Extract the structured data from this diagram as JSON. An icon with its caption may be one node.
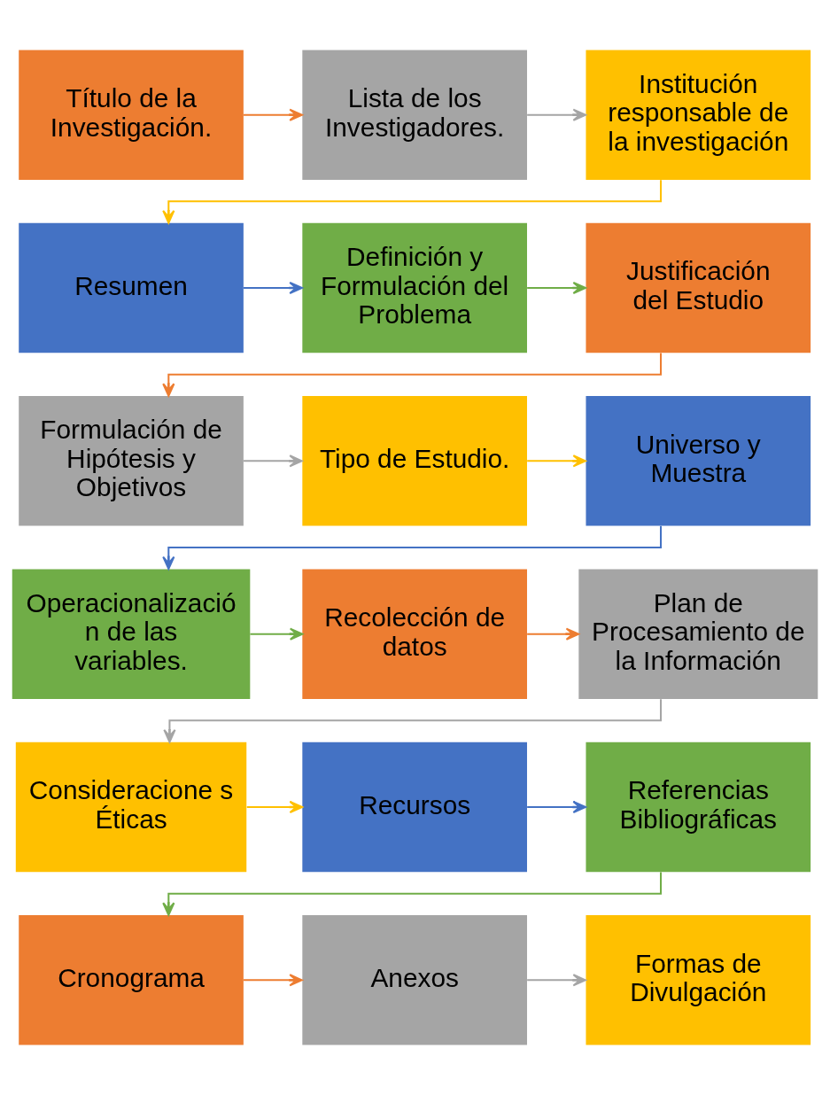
{
  "diagram": {
    "nodes": [
      {
        "text": [
          "Título de la Investigación."
        ]
      },
      {
        "text": [
          "Lista de los Investigadores."
        ]
      },
      {
        "text": [
          "Institución responsable de la investigación"
        ]
      },
      {
        "text": [
          "Resumen"
        ]
      },
      {
        "text": [
          "Definición y Formulación del Problema"
        ]
      },
      {
        "text": [
          "Justificación del Estudio"
        ]
      },
      {
        "text": [
          "Formulación de Hipótesis y Objetivos"
        ]
      },
      {
        "text": [
          "Tipo de Estudio."
        ]
      },
      {
        "text": [
          "Universo y Muestra"
        ]
      },
      {
        "text": [
          "Operacionalizació n de las variables."
        ]
      },
      {
        "text": [
          "Recolección de datos"
        ]
      },
      {
        "text": [
          "Plan de Procesamiento de la Información"
        ]
      },
      {
        "text": [
          "Consideracione s Éticas"
        ]
      },
      {
        "text": [
          "Recursos"
        ]
      },
      {
        "text": [
          "Referencias Bibliográficas"
        ]
      },
      {
        "text": [
          "Cronograma"
        ]
      },
      {
        "text": [
          "Anexos"
        ]
      },
      {
        "text": [
          "Formas de Divulgación"
        ]
      }
    ],
    "edges": [
      {
        "from": 0,
        "to": 1,
        "arrow": "to",
        "color": "#ed7d31"
      },
      {
        "from": 1,
        "to": 2,
        "arrow": "to",
        "color": "#a5a5a5"
      },
      {
        "from": 2,
        "to": 3,
        "arrow": "to",
        "color": "#ffc000"
      },
      {
        "from": 3,
        "to": 4,
        "arrow": "to",
        "color": "#4472c4"
      },
      {
        "from": 4,
        "to": 5,
        "arrow": "to",
        "color": "#70ad47"
      },
      {
        "from": 5,
        "to": 6,
        "arrow": "to",
        "color": "#ed7d31"
      },
      {
        "from": 6,
        "to": 7,
        "arrow": "to",
        "color": "#a5a5a5"
      },
      {
        "from": 7,
        "to": 8,
        "arrow": "to",
        "color": "#ffc000"
      },
      {
        "from": 8,
        "to": 9,
        "arrow": "to",
        "color": "#4472c4"
      },
      {
        "from": 9,
        "to": 10,
        "arrow": "to",
        "color": "#70ad47"
      },
      {
        "from": 10,
        "to": 11,
        "arrow": "to",
        "color": "#ed7d31"
      },
      {
        "from": 11,
        "to": 12,
        "arrow": "to",
        "color": "#a5a5a5"
      },
      {
        "from": 12,
        "to": 13,
        "arrow": "to",
        "color": "#ffc000"
      },
      {
        "from": 13,
        "to": 14,
        "arrow": "to",
        "color": "#4472c4"
      },
      {
        "from": 14,
        "to": 15,
        "arrow": "to",
        "color": "#70ad47"
      },
      {
        "from": 15,
        "to": 16,
        "arrow": "to",
        "color": "#ed7d31"
      },
      {
        "from": 16,
        "to": 17,
        "arrow": "to",
        "color": "#a5a5a5"
      }
    ]
  }
}
